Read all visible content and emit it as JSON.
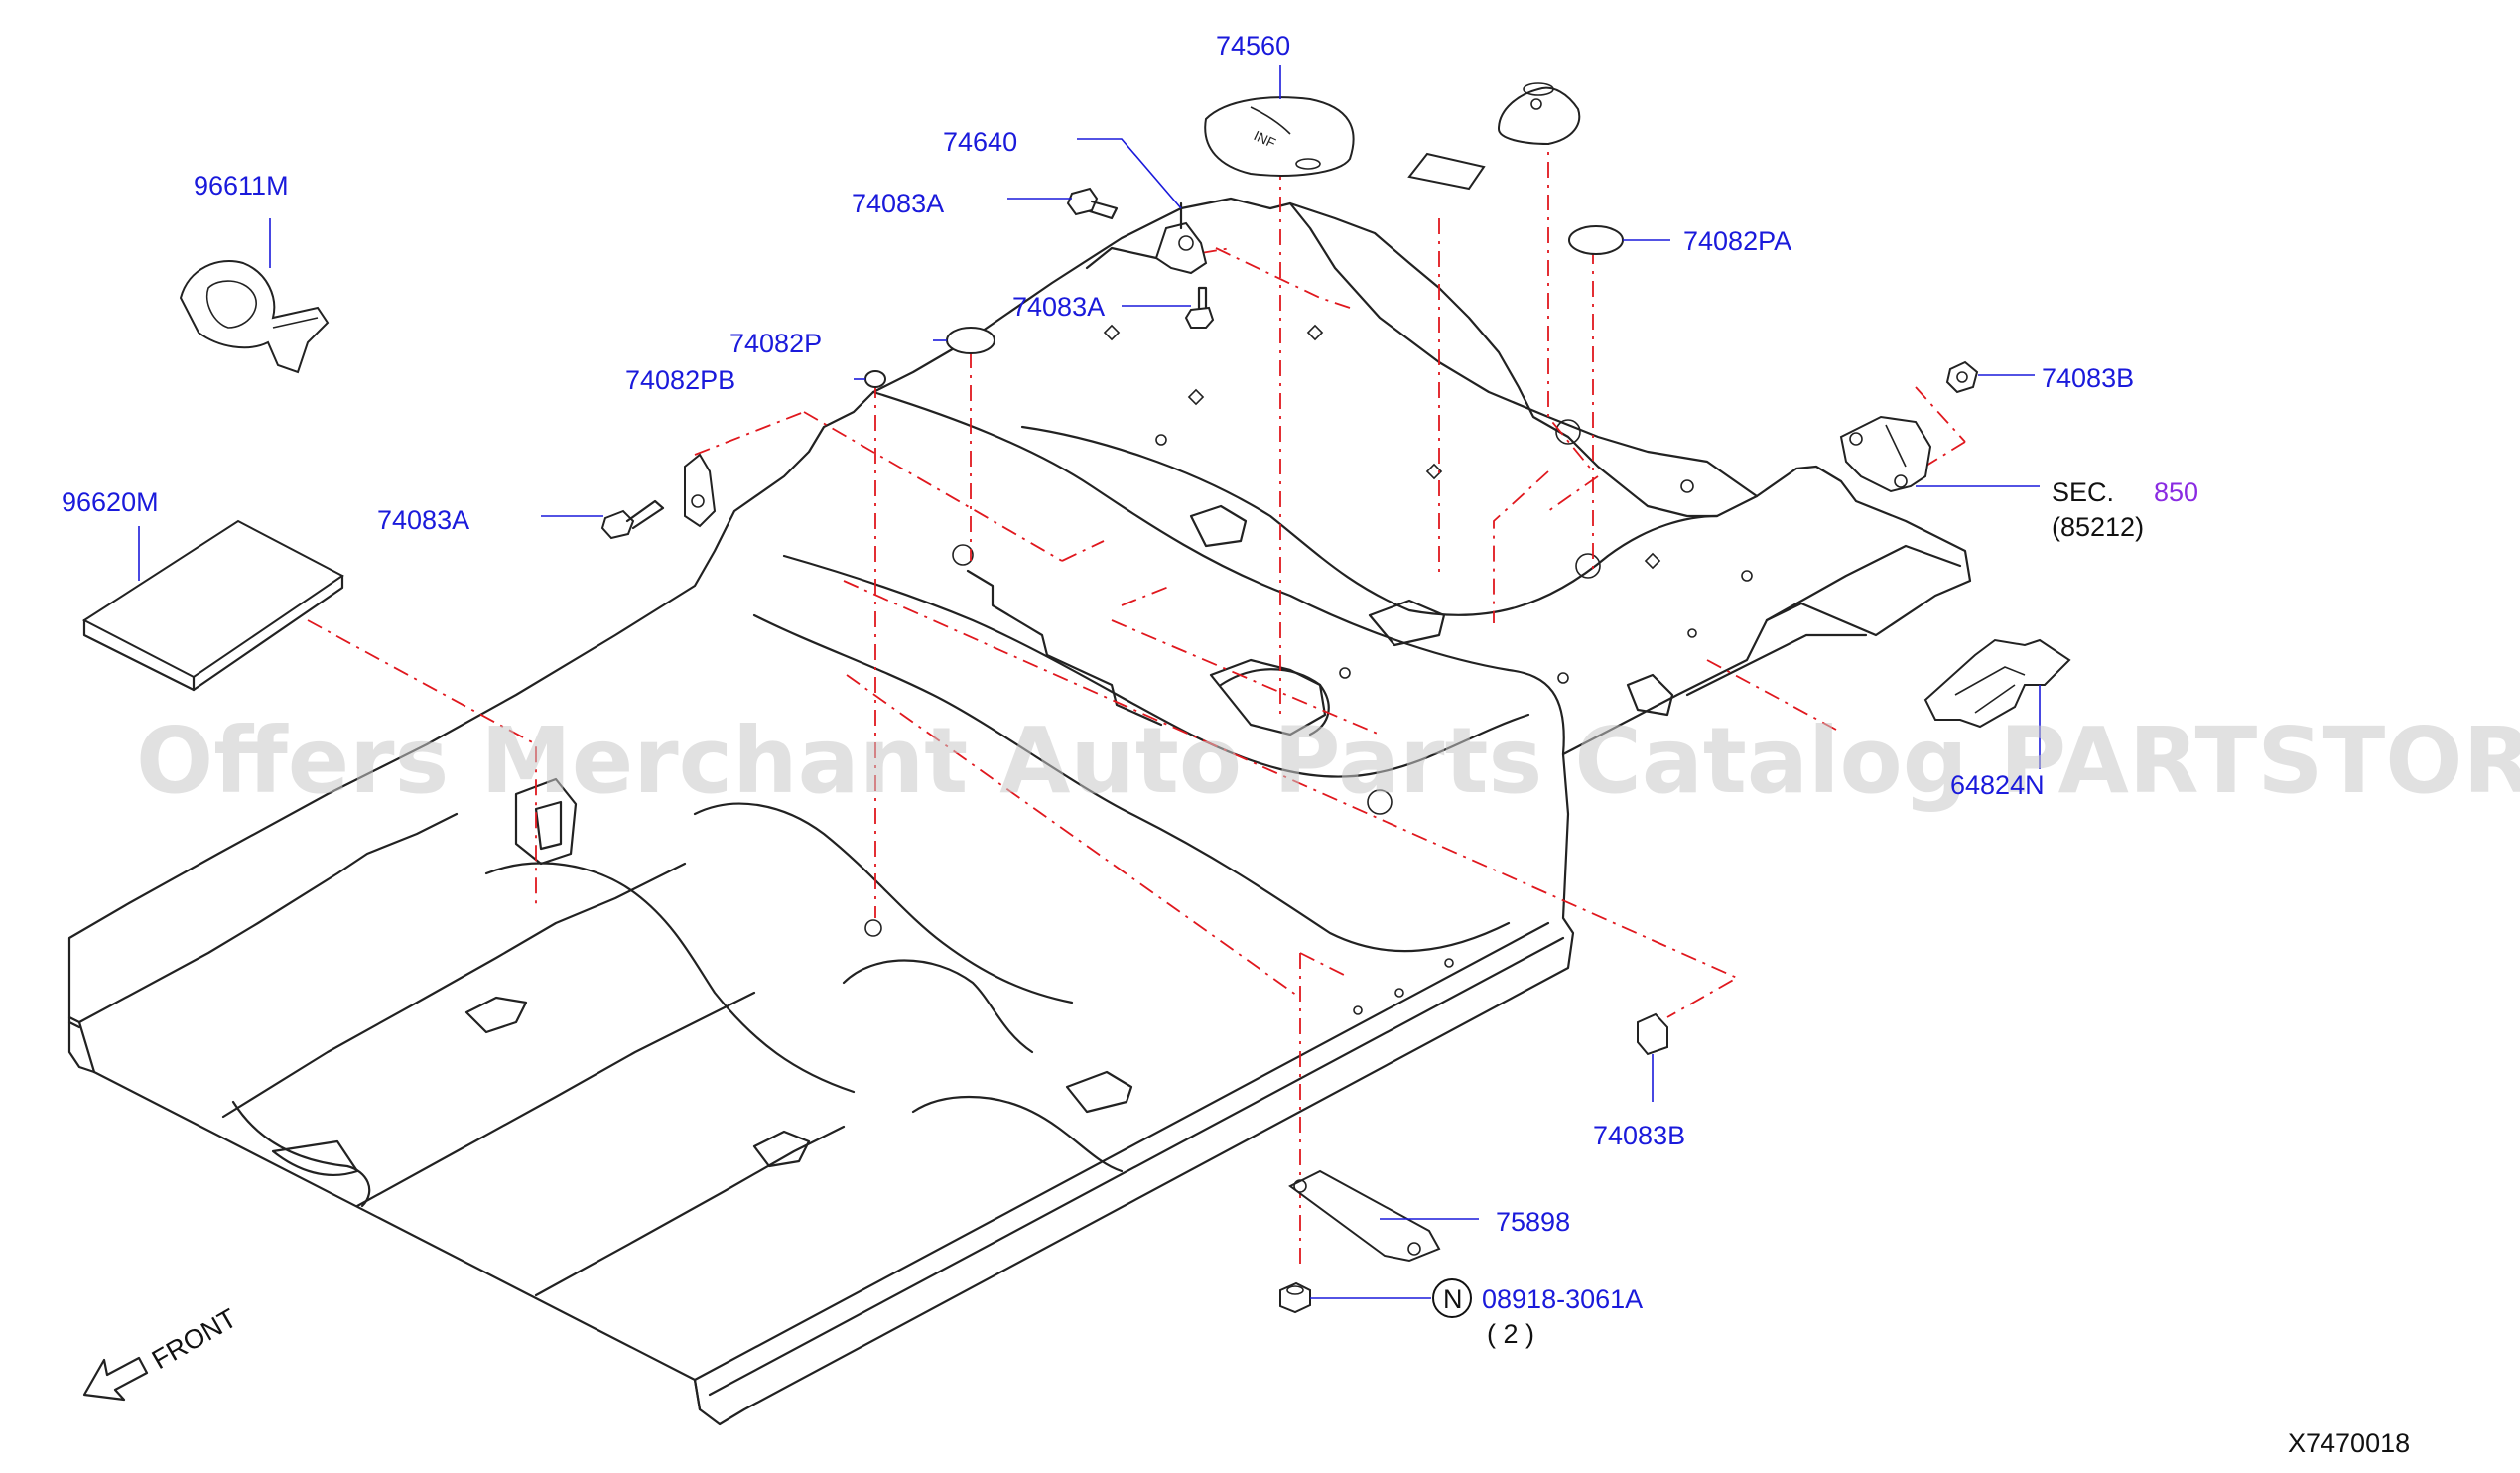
{
  "diagram": {
    "watermark": "Offers Merchant Auto Parts Catalog PARTSTORE.SA",
    "drawing_id": "X7470018",
    "front_label": "FRONT",
    "part_labels": {
      "p74560": "74560",
      "p74640": "74640",
      "p74083A_1": "74083A",
      "p74083A_2": "74083A",
      "p74083A_3": "74083A",
      "p74082PA": "74082PA",
      "p74082P": "74082P",
      "p74082PB": "74082PB",
      "p96611M": "96611M",
      "p96620M": "96620M",
      "p74083B_1": "74083B",
      "p74083B_2": "74083B",
      "sec_prefix": "SEC.",
      "sec_number": "850",
      "sec_sub": "(85212)",
      "p64824N": "64824N",
      "p75898": "75898",
      "nut_marker": "N",
      "nut_part": "08918-3061A",
      "nut_qty": "( 2 )"
    },
    "colors": {
      "label": "#1a1adb",
      "section_ref": "#8a2be2",
      "leader_dashed": "#e0181e",
      "outline": "#222222"
    }
  }
}
